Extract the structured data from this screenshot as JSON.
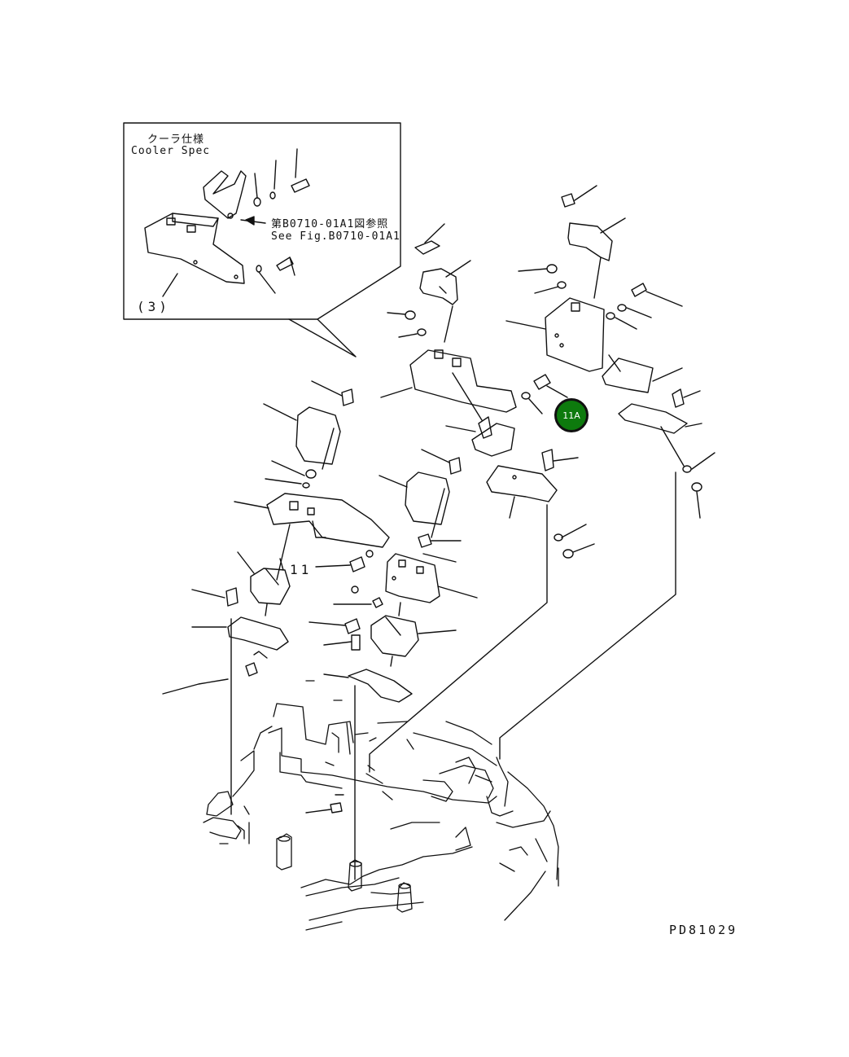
{
  "inset": {
    "title_ja": "クーラ仕様",
    "title_en": "Cooler Spec",
    "reference_ja": "第B0710-01A1図参照",
    "reference_en": "See Fig.B0710-01A1",
    "callout": "(3)"
  },
  "callouts": {
    "item_11": "11"
  },
  "hotspot": {
    "label": "11A",
    "color": "#0d7a0d"
  },
  "drawing_id": "PD81029"
}
